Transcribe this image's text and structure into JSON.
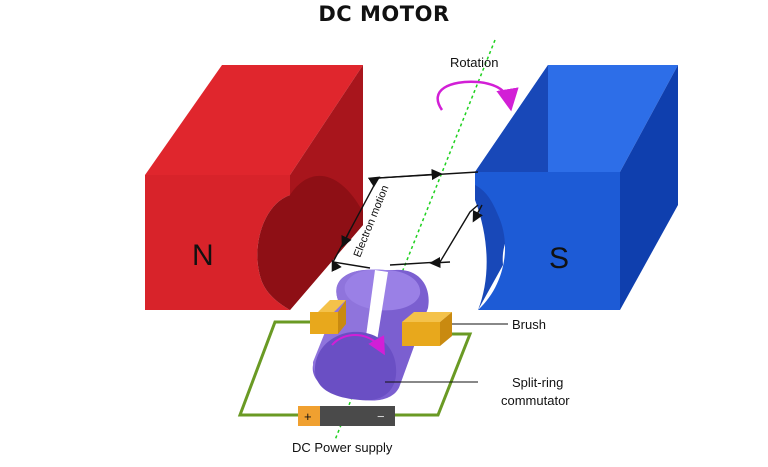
{
  "title": "DC MOTOR",
  "magnets": {
    "north": {
      "label": "N",
      "color": "#d8232a"
    },
    "south": {
      "label": "S",
      "color": "#1d5bd6"
    }
  },
  "labels": {
    "rotation": "Rotation",
    "electron_motion": "Electron motion",
    "brush": "Brush",
    "commutator_line1": "Split-ring",
    "commutator_line2": "commutator",
    "power_supply": "DC Power supply",
    "battery_plus": "+",
    "battery_minus": "−"
  },
  "colors": {
    "rotation_arrow": "#d21fd6",
    "axis": "#1fd11f",
    "commutator": "#7b5fd0",
    "brush": "#e8a81c",
    "circuit_wire": "#6a9a24",
    "battery_body": "#4a4a4a",
    "battery_cap": "#f0a030"
  }
}
